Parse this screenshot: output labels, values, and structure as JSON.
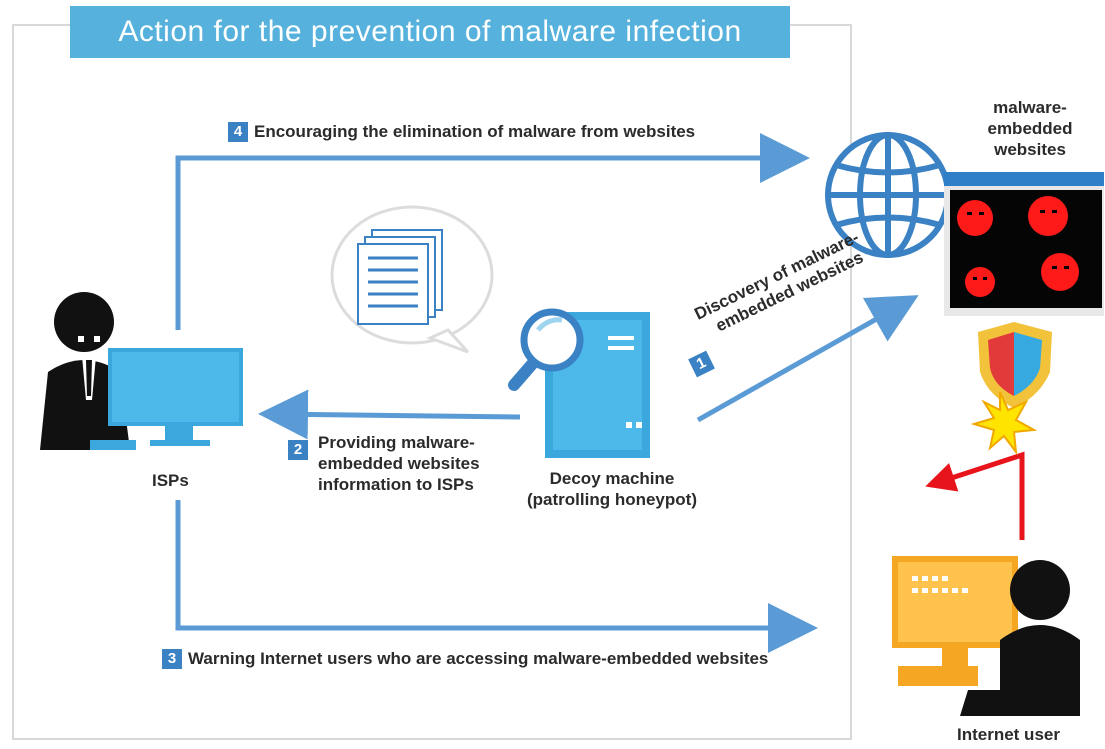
{
  "title": "Action for the prevention of malware infection",
  "steps": {
    "s1": {
      "num": "1",
      "lines": [
        "Discovery of malware-",
        "embedded websites"
      ]
    },
    "s2": {
      "num": "2",
      "lines": [
        "Providing malware-",
        "embedded websites",
        "information to ISPs"
      ]
    },
    "s3": {
      "num": "3",
      "text": "Warning Internet users who are accessing malware-embedded websites"
    },
    "s4": {
      "num": "4",
      "text": "Encouraging the elimination of malware from websites"
    }
  },
  "actors": {
    "isps": "ISPs",
    "decoy": [
      "Decoy machine",
      "(patrolling honeypot)"
    ],
    "websites": [
      "malware-",
      "embedded",
      "websites"
    ],
    "user": "Internet user"
  },
  "colors": {
    "title_bg": "#56b2dc",
    "arrow_blue": "#5b9bd5",
    "badge_blue": "#3b82c4",
    "arrow_red": "#e8141b",
    "monitor_blue": "#3aa7dd",
    "user_orange": "#f5a623"
  },
  "icons": [
    "person-at-computer-icon",
    "document-speech-bubble-icon",
    "magnifier-server-icon",
    "globe-icon",
    "virus-window-icon",
    "shield-icon",
    "spark-icon",
    "internet-user-icon"
  ]
}
